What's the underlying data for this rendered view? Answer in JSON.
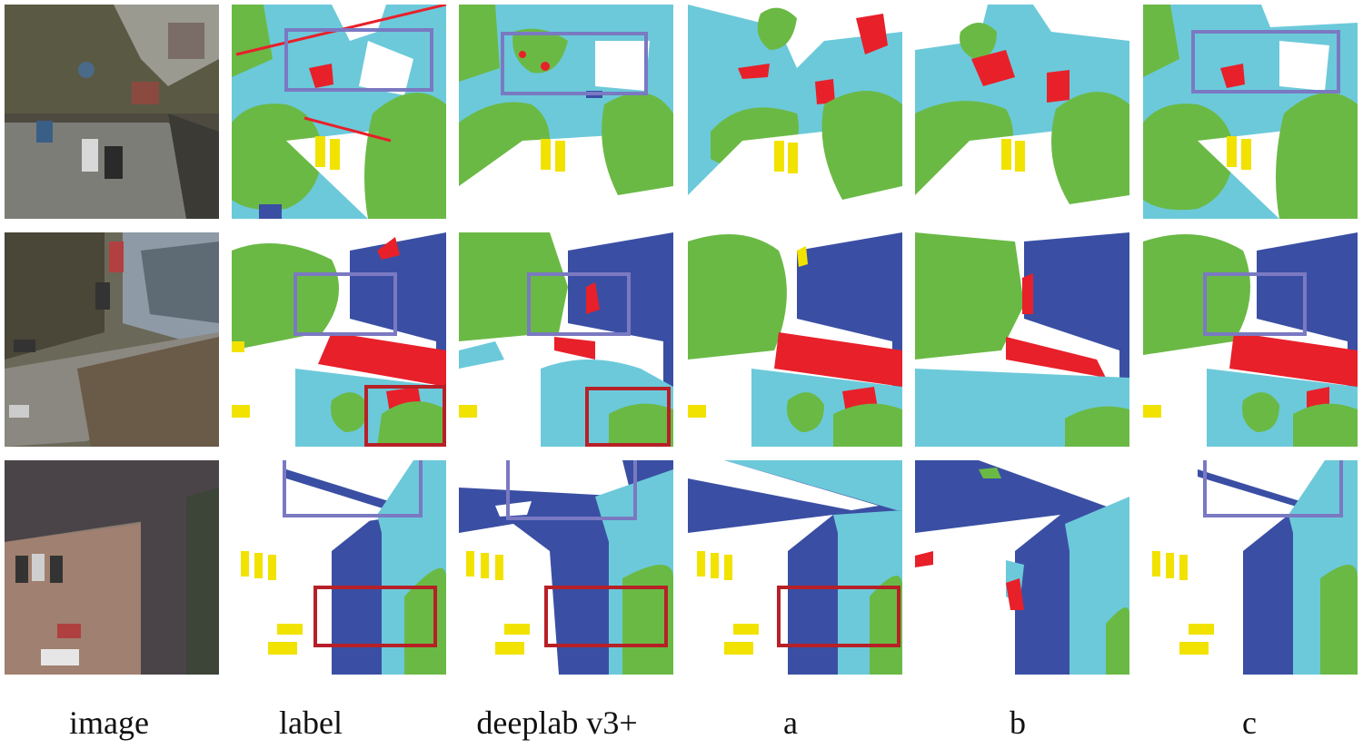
{
  "figure": {
    "column_labels": [
      "image",
      "label",
      "deeplab v3+",
      "a",
      "b",
      "c"
    ],
    "rows": 3
  },
  "legend_colors": {
    "impervious_surface": "#ffffff",
    "building": "#3a4fa3",
    "low_vegetation": "#6cc9da",
    "tree": "#6ab945",
    "car": "#f2e200",
    "clutter": "#e8202a",
    "highlight_box_purple": "#7a79c2",
    "highlight_box_red": "#b72027"
  }
}
